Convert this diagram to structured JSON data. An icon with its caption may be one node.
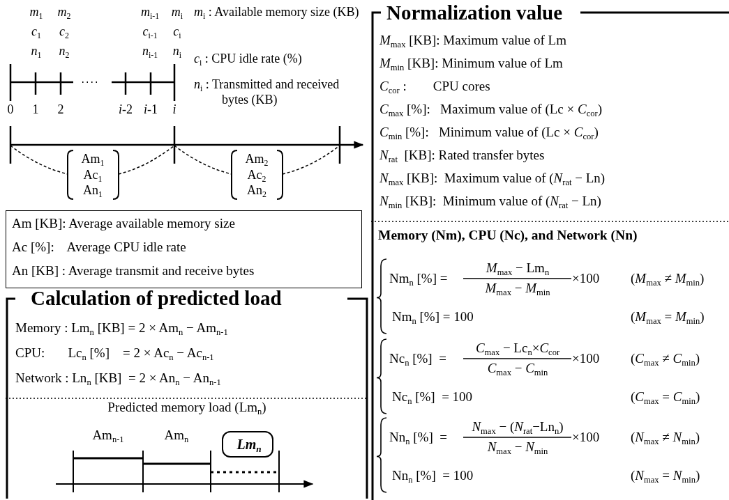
{
  "diagram": {
    "nodes": [
      {
        "text": [
          "Am [KB]: Average available memory size",
          "Ac [%]:    Average CPU idle rate",
          "An [KB] : Average transmit and receive bytes"
        ]
      },
      {
        "text": [
          "Calculation of predicted load",
          "Memory : Lm$_{n}$ [KB] = 2 × Am$_{n}$ − Am$_{n-1}$",
          "CPU:       Lc$_{n}$ [%]    = 2 × Ac$_{n}$ − Ac$_{n-1}$",
          "Network : Ln$_{n}$ [KB]  = 2 × An$_{n}$ − An$_{n-1}$",
          "Predicted memory load (Lm$_{n}$)",
          "Am$_{n-1}$",
          "Am$_{n}$"
        ]
      },
      {
        "text": [
          "Lm$_{n}$"
        ],
        "in": 1
      },
      {
        "text": [
          "Normalization value",
          "*M*$_{max}$ [KB]: Maximum value of Lm",
          "*M*$_{min}$ [KB]: Minimum value of Lm",
          "*C*$_{cor}$ :        CPU cores",
          "*C*$_{max}$ [%]:   Maximum value of (Lc × *C*$_{cor}$)",
          "*C*$_{min}$ [%]:   Minimum value of (Lc × *C*$_{cor}$)",
          "*N*$_{rat}$  [KB]: Rated transfer bytes",
          "*N*$_{max}$ [KB]:  Maximum value of (*N*$_{rat}$ − Ln)",
          "*N*$_{min}$ [KB]:  Minimum value of (*N*$_{rat}$ − Ln)",
          "Memory (Nm), CPU (Nc), and Network (Nn)",
          "Nm$_{n}$ [%] =",
          "*M*$_{max}$ − Lm$_{n}$",
          "*M*$_{max}$ − *M*$_{min}$",
          "×100",
          "(*M*$_{max}$ ≠ *M*$_{min}$)",
          "Nm$_{n}$ [%] = 100",
          "(*M*$_{max}$ = *M*$_{min}$)",
          "Nc$_{n}$ [%]  =",
          "*C*$_{max}$ − Lc$_{n}$×*C*$_{cor}$",
          "*C*$_{max}$ − *C*$_{min}$",
          "×100",
          "(*C*$_{max}$ ≠ *C*$_{min}$)",
          "Nc$_{n}$ [%]  = 100",
          "(*C*$_{max}$ = *C*$_{min}$)",
          "Nn$_{n}$ [%]  =",
          "*N*$_{max}$ − (*N*$_{rat}$−Ln$_{n}$)",
          "*N*$_{max}$ − *N*$_{min}$",
          "×100",
          "(*N*$_{max}$ ≠ *N*$_{min}$)",
          "Nn$_{n}$ [%]  = 100",
          "(*N*$_{max}$ = *N*$_{min}$)"
        ]
      }
    ],
    "labels": [
      "*m*$_{1}$",
      "*m*$_{2}$",
      "*m*$_{i-1}$",
      "*m*$_{i}$",
      "*m*$_{i}$ : Available memory size (KB)",
      "*c*$_{1}$",
      "*c*$_{2}$",
      "*c*$_{i-1}$",
      "*c*$_{i}$",
      "*c*$_{i}$ : CPU idle rate (%)",
      "*n*$_{1}$",
      "*n*$_{2}$",
      "*n*$_{i-1}$",
      "*n*$_{i}$",
      "*n*$_{i}$ : Transmitted and received bytes (KB)",
      "0",
      "1",
      "2",
      "*i*-2",
      "*i*-1",
      "*i*",
      "Am$_{1}$",
      "Ac$_{1}$",
      "An$_{1}$",
      "Am$_{2}$",
      "Ac$_{2}$",
      "An$_{2}$"
    ]
  }
}
